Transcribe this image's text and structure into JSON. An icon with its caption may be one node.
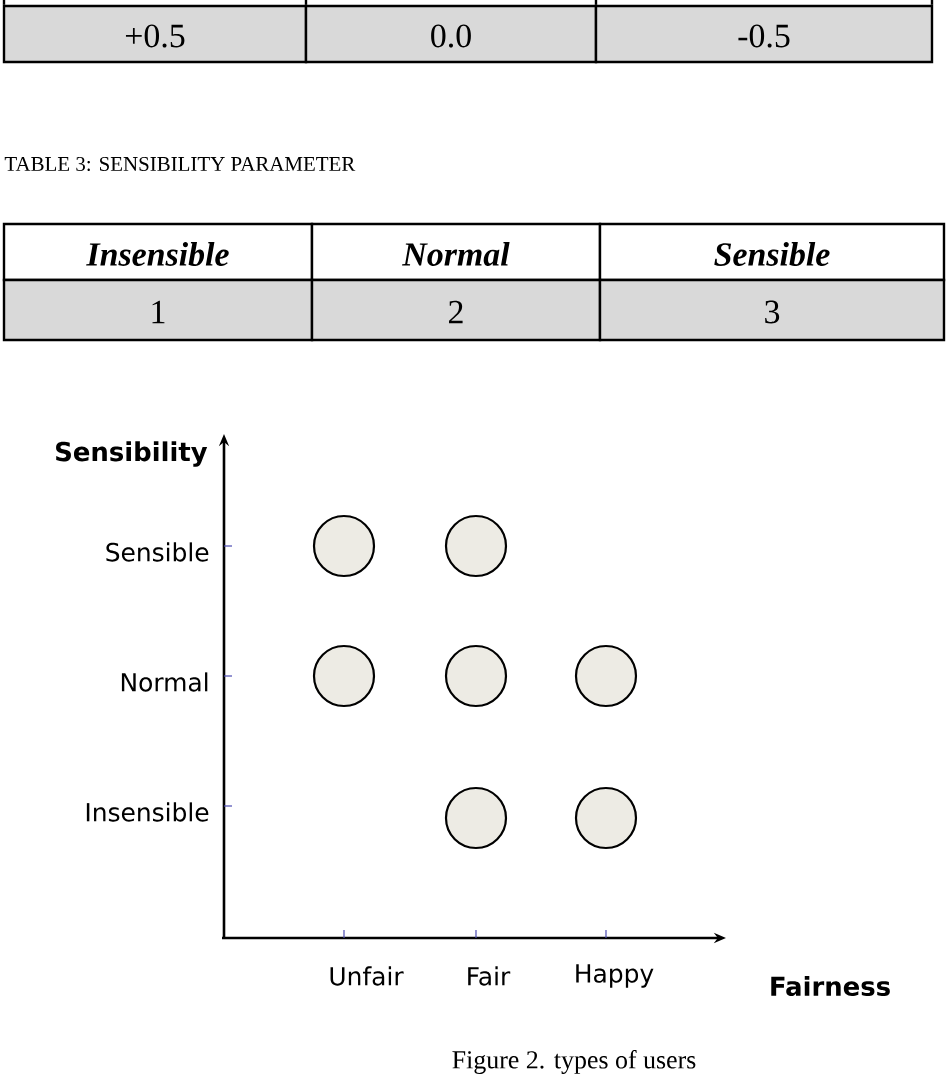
{
  "diagram": {
    "caption": "Figure 2.    types of users",
    "nodes": [
      {
        "text": [],
        "shape": "circle"
      },
      {
        "text": [],
        "shape": "circle"
      },
      {
        "text": [],
        "shape": "circle"
      },
      {
        "text": [],
        "shape": "circle"
      },
      {
        "text": [],
        "shape": "circle"
      },
      {
        "text": [],
        "shape": "circle"
      },
      {
        "text": [],
        "shape": "circle"
      }
    ],
    "labels": [
      "+0.5",
      "0.0",
      "-0.5",
      "TABLE 3: SENSIBILITY PARAMETER",
      "Insensible",
      "Normal",
      "Sensible",
      "1",
      "2",
      "3",
      "Sensibility",
      "Sensible",
      "Normal",
      "Insensible",
      "Unfair",
      "Fair",
      "Happy",
      "Fairness"
    ]
  }
}
